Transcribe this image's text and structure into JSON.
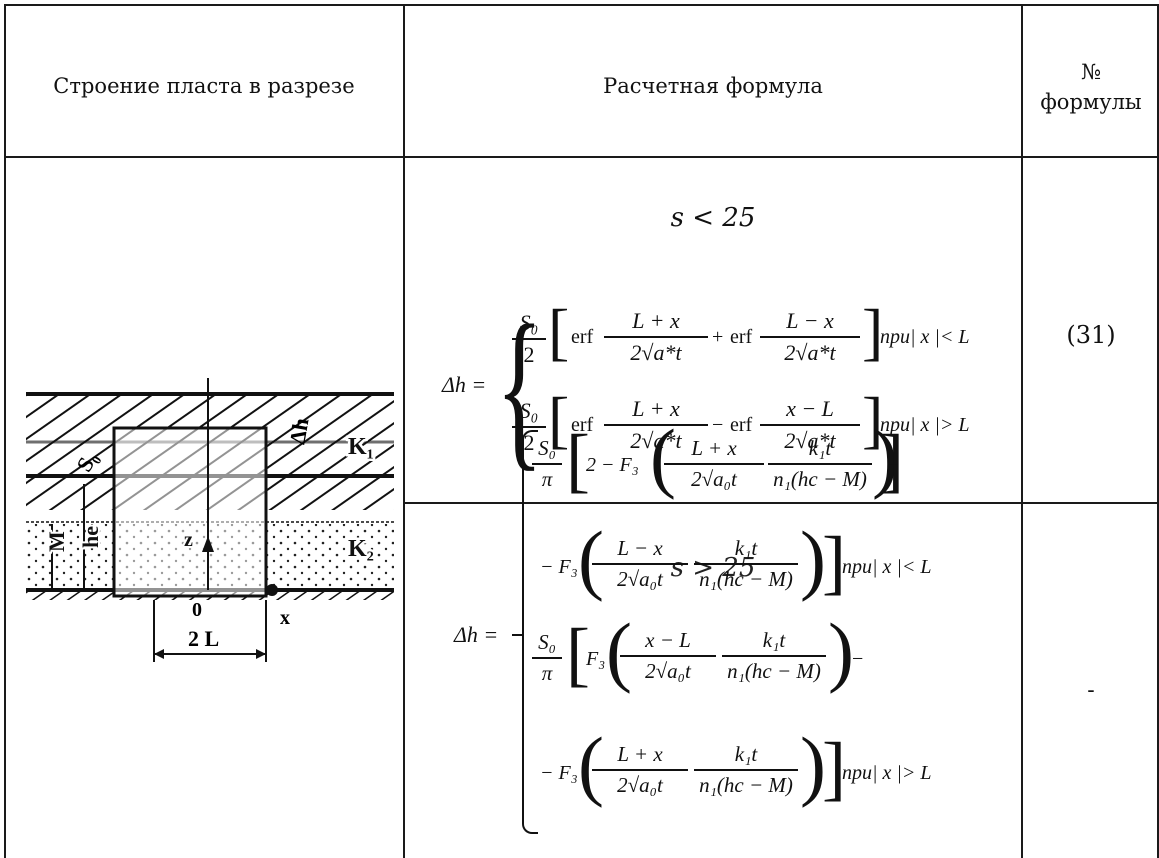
{
  "table": {
    "headers": {
      "structure": "Строение пласта в разрезе",
      "formula": "Расчетная формула",
      "number_line1": "№",
      "number_line2": "формулы"
    },
    "rows": [
      {
        "condition": "s < 25",
        "number": "(31)"
      },
      {
        "condition": "s > 25",
        "number": "-"
      }
    ]
  },
  "diagram": {
    "labels": [
      "S₀",
      "Δh",
      "K₁",
      "K₂",
      "z",
      "he",
      "M",
      "0",
      "2 L",
      "x"
    ]
  },
  "formulas": {
    "lhs": "Δh =",
    "cond_lt": "при| x |< L",
    "cond_gt": "при| x |> L",
    "s0": "S₀",
    "two": "2",
    "pi": "π",
    "erf": "erf",
    "plus": "+",
    "minus": "−",
    "L_plus_x": "L + x",
    "L_minus_x": "L − x",
    "x_minus_L": "x − L",
    "two_sqrt_at_star": "2√a*t",
    "two_sqrt_a0t": "2√a₀t",
    "k1t": "k₁t",
    "n1_hc_M": "n₁(hc − M)",
    "F3": "F₃",
    "two_minus_F3": "2 − F₃"
  }
}
